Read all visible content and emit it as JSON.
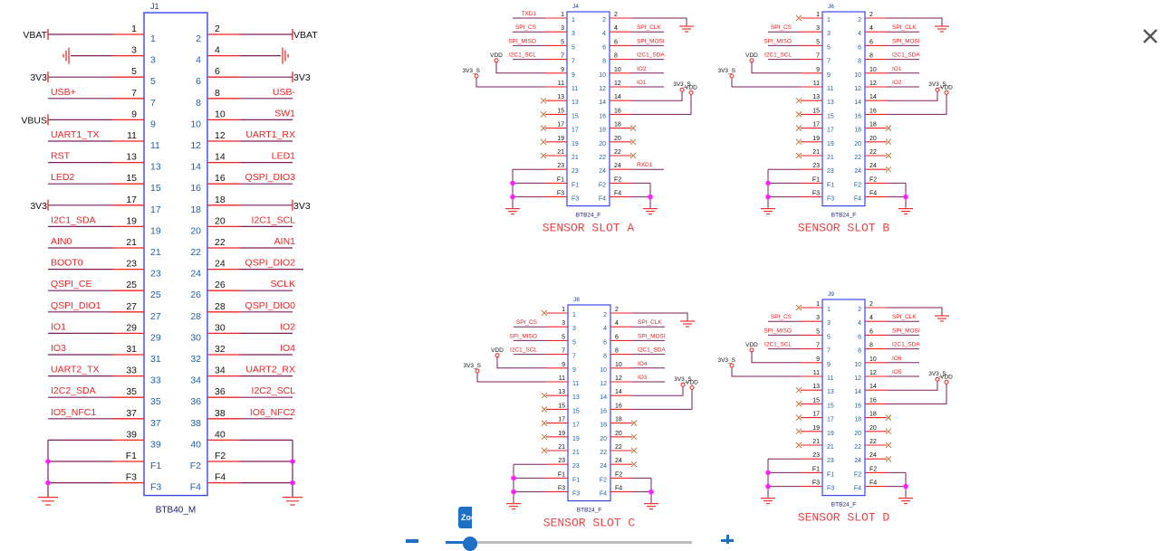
{
  "colors": {
    "wire": "#7a1f5c",
    "pin": "#ee2222",
    "net_label": "#ee2222",
    "part_outline": "#3b46e8",
    "pin_number_inside": "#1f5fa8",
    "text_black": "#111111",
    "junction": "#ff22ff",
    "gnd": "#ee3333",
    "noconnect": "#c07a3a",
    "title_red": "#ee4444",
    "slider_blue": "#1f6fc5"
  },
  "main_connector": {
    "ref": "J1",
    "part": "BTB40_M",
    "left_pins": [
      {
        "num": "1",
        "net": "VBAT",
        "kind": "power"
      },
      {
        "num": "3",
        "net": "",
        "kind": "gnd"
      },
      {
        "num": "5",
        "net": "3V3",
        "kind": "power"
      },
      {
        "num": "7",
        "net": "USB+",
        "kind": "signal"
      },
      {
        "num": "9",
        "net": "VBUS",
        "kind": "power"
      },
      {
        "num": "11",
        "net": "UART1_TX",
        "kind": "signal"
      },
      {
        "num": "13",
        "net": "RST",
        "kind": "signal"
      },
      {
        "num": "15",
        "net": "LED2",
        "kind": "signal"
      },
      {
        "num": "17",
        "net": "3V3",
        "kind": "power"
      },
      {
        "num": "19",
        "net": "I2C1_SDA",
        "kind": "signal"
      },
      {
        "num": "21",
        "net": "AIN0",
        "kind": "signal"
      },
      {
        "num": "23",
        "net": "BOOT0",
        "kind": "signal"
      },
      {
        "num": "25",
        "net": "QSPI_CE",
        "kind": "signal"
      },
      {
        "num": "27",
        "net": "QSPI_DIO1",
        "kind": "signal"
      },
      {
        "num": "29",
        "net": "IO1",
        "kind": "signal"
      },
      {
        "num": "31",
        "net": "IO3",
        "kind": "signal"
      },
      {
        "num": "33",
        "net": "UART2_TX",
        "kind": "signal"
      },
      {
        "num": "35",
        "net": "I2C2_SDA",
        "kind": "signal"
      },
      {
        "num": "37",
        "net": "IO5_NFC1",
        "kind": "signal"
      },
      {
        "num": "39",
        "net": "",
        "kind": "gndbus"
      },
      {
        "num": "F1",
        "net": "",
        "kind": "gndbus"
      },
      {
        "num": "F3",
        "net": "",
        "kind": "gndbus"
      }
    ],
    "right_pins": [
      {
        "num": "2",
        "net": "VBAT",
        "kind": "power"
      },
      {
        "num": "4",
        "net": "",
        "kind": "gnd"
      },
      {
        "num": "6",
        "net": "3V3",
        "kind": "power"
      },
      {
        "num": "8",
        "net": "USB-",
        "kind": "signal"
      },
      {
        "num": "10",
        "net": "SW1",
        "kind": "signal"
      },
      {
        "num": "12",
        "net": "UART1_RX",
        "kind": "signal"
      },
      {
        "num": "14",
        "net": "LED1",
        "kind": "signal"
      },
      {
        "num": "16",
        "net": "QSPI_DIO3",
        "kind": "signal"
      },
      {
        "num": "18",
        "net": "3V3",
        "kind": "power"
      },
      {
        "num": "20",
        "net": "I2C1_SCL",
        "kind": "signal"
      },
      {
        "num": "22",
        "net": "AIN1",
        "kind": "signal"
      },
      {
        "num": "24",
        "net": "QSPI_DIO2",
        "kind": "signal"
      },
      {
        "num": "26",
        "net": "SCLK",
        "kind": "signal"
      },
      {
        "num": "28",
        "net": "QSPI_DIO0",
        "kind": "signal"
      },
      {
        "num": "30",
        "net": "IO2",
        "kind": "signal"
      },
      {
        "num": "32",
        "net": "IO4",
        "kind": "signal"
      },
      {
        "num": "34",
        "net": "UART2_RX",
        "kind": "signal"
      },
      {
        "num": "36",
        "net": "I2C2_SCL",
        "kind": "signal"
      },
      {
        "num": "38",
        "net": "IO6_NFC2",
        "kind": "signal"
      },
      {
        "num": "40",
        "net": "",
        "kind": "gndbus"
      },
      {
        "num": "F2",
        "net": "",
        "kind": "gndbus"
      },
      {
        "num": "F4",
        "net": "",
        "kind": "gndbus"
      }
    ]
  },
  "sensor_slots": [
    {
      "ref": "J4",
      "part": "BTB24_F",
      "title": "SENSOR SLOT A",
      "left": [
        {
          "num": "1",
          "net": "TXD1",
          "kind": "signal"
        },
        {
          "num": "3",
          "net": "SPI_CS",
          "kind": "signal"
        },
        {
          "num": "5",
          "net": "SPI_MISO",
          "kind": "signal"
        },
        {
          "num": "7",
          "net": "I2C1_SCL",
          "kind": "signal"
        },
        {
          "num": "9",
          "net": "",
          "kind": "vdd"
        },
        {
          "num": "11",
          "net": "",
          "kind": "3v3s"
        },
        {
          "num": "13",
          "net": "",
          "kind": "nc"
        },
        {
          "num": "15",
          "net": "",
          "kind": "nc"
        },
        {
          "num": "17",
          "net": "",
          "kind": "nc"
        },
        {
          "num": "19",
          "net": "",
          "kind": "nc"
        },
        {
          "num": "21",
          "net": "",
          "kind": "nc"
        },
        {
          "num": "23",
          "net": "",
          "kind": "gndbus"
        },
        {
          "num": "F1",
          "net": "",
          "kind": "gndbus"
        },
        {
          "num": "F3",
          "net": "",
          "kind": "gndbus"
        }
      ],
      "right": [
        {
          "num": "2",
          "net": "",
          "kind": "gnd"
        },
        {
          "num": "4",
          "net": "SPI_CLK",
          "kind": "signal"
        },
        {
          "num": "6",
          "net": "SPI_MOSI",
          "kind": "signal"
        },
        {
          "num": "8",
          "net": "I2C1_SDA",
          "kind": "signal"
        },
        {
          "num": "10",
          "net": "IO2",
          "kind": "signal"
        },
        {
          "num": "12",
          "net": "IO1",
          "kind": "signal"
        },
        {
          "num": "14",
          "net": "",
          "kind": "3v3s"
        },
        {
          "num": "16",
          "net": "",
          "kind": "vdd"
        },
        {
          "num": "18",
          "net": "",
          "kind": "nc"
        },
        {
          "num": "20",
          "net": "",
          "kind": "nc"
        },
        {
          "num": "22",
          "net": "",
          "kind": "nc"
        },
        {
          "num": "24",
          "net": "RXD1",
          "kind": "signal"
        },
        {
          "num": "F2",
          "net": "",
          "kind": "gndbus"
        },
        {
          "num": "F4",
          "net": "",
          "kind": "gndbus"
        }
      ]
    },
    {
      "ref": "J6",
      "part": "BTB24_F",
      "title": "SENSOR SLOT B",
      "left": [
        {
          "num": "1",
          "net": "",
          "kind": "nc"
        },
        {
          "num": "3",
          "net": "SPI_CS",
          "kind": "signal"
        },
        {
          "num": "5",
          "net": "SPI_MISO",
          "kind": "signal"
        },
        {
          "num": "7",
          "net": "I2C1_SCL",
          "kind": "signal"
        },
        {
          "num": "9",
          "net": "",
          "kind": "vdd"
        },
        {
          "num": "11",
          "net": "",
          "kind": "3v3s"
        },
        {
          "num": "13",
          "net": "",
          "kind": "nc"
        },
        {
          "num": "15",
          "net": "",
          "kind": "nc"
        },
        {
          "num": "17",
          "net": "",
          "kind": "nc"
        },
        {
          "num": "19",
          "net": "",
          "kind": "nc"
        },
        {
          "num": "21",
          "net": "",
          "kind": "nc"
        },
        {
          "num": "23",
          "net": "",
          "kind": "gndbus"
        },
        {
          "num": "F1",
          "net": "",
          "kind": "gndbus"
        },
        {
          "num": "F3",
          "net": "",
          "kind": "gndbus"
        }
      ],
      "right": [
        {
          "num": "2",
          "net": "",
          "kind": "gnd"
        },
        {
          "num": "4",
          "net": "SPI_CLK",
          "kind": "signal"
        },
        {
          "num": "6",
          "net": "SPI_MOSI",
          "kind": "signal"
        },
        {
          "num": "8",
          "net": "I2C1_SDA",
          "kind": "signal"
        },
        {
          "num": "10",
          "net": "IO1",
          "kind": "signal"
        },
        {
          "num": "12",
          "net": "IO2",
          "kind": "signal"
        },
        {
          "num": "14",
          "net": "",
          "kind": "3v3s"
        },
        {
          "num": "16",
          "net": "",
          "kind": "vdd"
        },
        {
          "num": "18",
          "net": "",
          "kind": "nc"
        },
        {
          "num": "20",
          "net": "",
          "kind": "nc"
        },
        {
          "num": "22",
          "net": "",
          "kind": "nc"
        },
        {
          "num": "24",
          "net": "",
          "kind": "nc"
        },
        {
          "num": "F2",
          "net": "",
          "kind": "gndbus"
        },
        {
          "num": "F4",
          "net": "",
          "kind": "gndbus"
        }
      ]
    },
    {
      "ref": "J8",
      "part": "BTB24_F",
      "title": "SENSOR SLOT C",
      "left": [
        {
          "num": "1",
          "net": "",
          "kind": "nc"
        },
        {
          "num": "3",
          "net": "SPI_CS",
          "kind": "signal"
        },
        {
          "num": "5",
          "net": "SPI_MISO",
          "kind": "signal"
        },
        {
          "num": "7",
          "net": "I2C1_SCL",
          "kind": "signal"
        },
        {
          "num": "9",
          "net": "",
          "kind": "vdd"
        },
        {
          "num": "11",
          "net": "",
          "kind": "3v3s"
        },
        {
          "num": "13",
          "net": "",
          "kind": "nc"
        },
        {
          "num": "15",
          "net": "",
          "kind": "nc"
        },
        {
          "num": "17",
          "net": "",
          "kind": "nc"
        },
        {
          "num": "19",
          "net": "",
          "kind": "nc"
        },
        {
          "num": "21",
          "net": "",
          "kind": "nc"
        },
        {
          "num": "23",
          "net": "",
          "kind": "gndbus"
        },
        {
          "num": "F1",
          "net": "",
          "kind": "gndbus"
        },
        {
          "num": "F3",
          "net": "",
          "kind": "gndbus"
        }
      ],
      "right": [
        {
          "num": "2",
          "net": "",
          "kind": "gnd"
        },
        {
          "num": "4",
          "net": "SPI_CLK",
          "kind": "signal"
        },
        {
          "num": "6",
          "net": "SPI_MOSI",
          "kind": "signal"
        },
        {
          "num": "8",
          "net": "I2C1_SDA",
          "kind": "signal"
        },
        {
          "num": "10",
          "net": "IO4",
          "kind": "signal"
        },
        {
          "num": "12",
          "net": "IO3",
          "kind": "signal"
        },
        {
          "num": "14",
          "net": "",
          "kind": "3v3s"
        },
        {
          "num": "16",
          "net": "",
          "kind": "vdd"
        },
        {
          "num": "18",
          "net": "",
          "kind": "nc"
        },
        {
          "num": "20",
          "net": "",
          "kind": "nc"
        },
        {
          "num": "22",
          "net": "",
          "kind": "nc"
        },
        {
          "num": "24",
          "net": "",
          "kind": "nc"
        },
        {
          "num": "F2",
          "net": "",
          "kind": "gndbus"
        },
        {
          "num": "F4",
          "net": "",
          "kind": "gndbus"
        }
      ]
    },
    {
      "ref": "J9",
      "part": "BTB24_F",
      "title": "SENSOR SLOT D",
      "left": [
        {
          "num": "1",
          "net": "",
          "kind": "nc"
        },
        {
          "num": "3",
          "net": "SPI_CS",
          "kind": "signal"
        },
        {
          "num": "5",
          "net": "SPI_MISO",
          "kind": "signal"
        },
        {
          "num": "7",
          "net": "I2C1_SCL",
          "kind": "signal"
        },
        {
          "num": "9",
          "net": "",
          "kind": "vdd"
        },
        {
          "num": "11",
          "net": "",
          "kind": "3v3s"
        },
        {
          "num": "13",
          "net": "",
          "kind": "nc"
        },
        {
          "num": "15",
          "net": "",
          "kind": "nc"
        },
        {
          "num": "17",
          "net": "",
          "kind": "nc"
        },
        {
          "num": "19",
          "net": "",
          "kind": "nc"
        },
        {
          "num": "21",
          "net": "",
          "kind": "nc"
        },
        {
          "num": "23",
          "net": "",
          "kind": "gndbus"
        },
        {
          "num": "F1",
          "net": "",
          "kind": "gndbus"
        },
        {
          "num": "F3",
          "net": "",
          "kind": "gndbus"
        }
      ],
      "right": [
        {
          "num": "2",
          "net": "",
          "kind": "gnd"
        },
        {
          "num": "4",
          "net": "SPI_CLK",
          "kind": "signal"
        },
        {
          "num": "6",
          "net": "SPI_MOSI",
          "kind": "signal"
        },
        {
          "num": "8",
          "net": "I2C1_SDA",
          "kind": "signal"
        },
        {
          "num": "10",
          "net": "IO6",
          "kind": "signal"
        },
        {
          "num": "12",
          "net": "IO5",
          "kind": "signal"
        },
        {
          "num": "14",
          "net": "",
          "kind": "3v3s"
        },
        {
          "num": "16",
          "net": "",
          "kind": "vdd"
        },
        {
          "num": "18",
          "net": "",
          "kind": "nc"
        },
        {
          "num": "20",
          "net": "",
          "kind": "nc"
        },
        {
          "num": "22",
          "net": "",
          "kind": "nc"
        },
        {
          "num": "24",
          "net": "",
          "kind": "nc"
        },
        {
          "num": "F2",
          "net": "",
          "kind": "gndbus"
        },
        {
          "num": "F4",
          "net": "",
          "kind": "gndbus"
        }
      ]
    }
  ],
  "power_labels": {
    "vdd": "VDD",
    "v33s": "3V3_S"
  },
  "viewer": {
    "close_icon": "close-icon",
    "zoom_tooltip": "Zoom",
    "zoom_level": 0.1,
    "zoom_minus_icon": "minus-icon",
    "zoom_plus_icon": "plus-icon"
  }
}
